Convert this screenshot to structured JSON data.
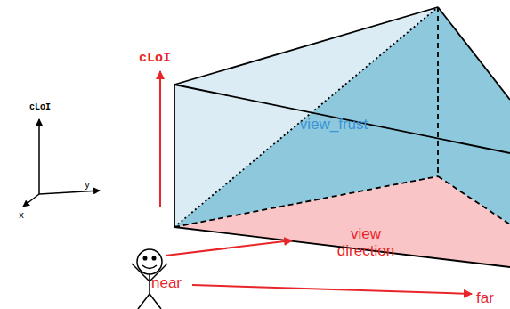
{
  "diagram": {
    "labels": [
      "cLoI",
      "y",
      "x",
      "cLoI",
      "view_frust",
      "view direction",
      "near",
      "far"
    ]
  }
}
